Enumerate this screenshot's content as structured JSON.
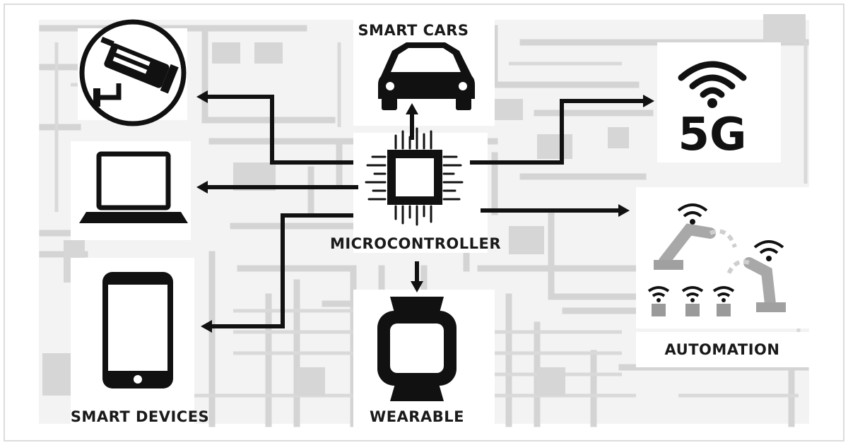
{
  "labels": {
    "smart_cars": "SMART CARS",
    "microcontroller": "MICROCONTROLLER",
    "wearable": "WEARABLE",
    "smart_devices": "SMART DEVICES",
    "automation": "AUTOMATION",
    "five_g": "5G"
  },
  "colors": {
    "ink": "#111111",
    "background": "#ffffff",
    "circuit": "#d4d4d4"
  },
  "icons": [
    "cctv-camera-icon",
    "laptop-icon",
    "smartphone-icon",
    "car-icon",
    "microchip-icon",
    "wearable-watch-icon",
    "wifi-icon",
    "robot-arm-icon"
  ]
}
